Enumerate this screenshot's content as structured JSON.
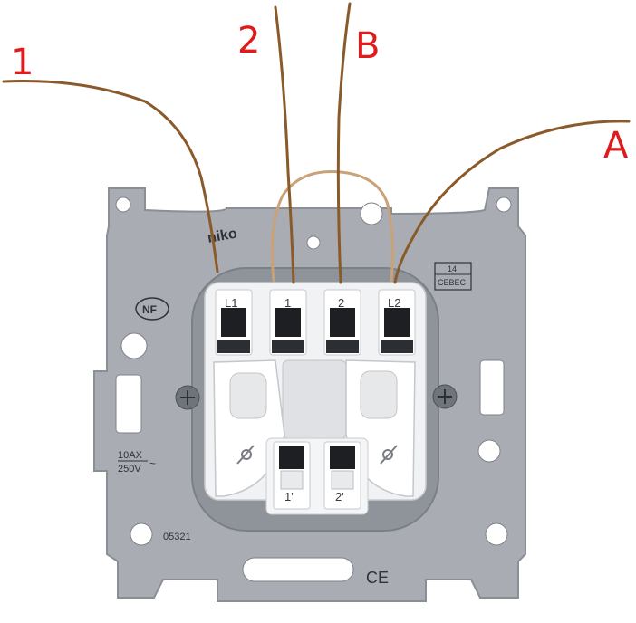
{
  "hand_labels": {
    "wire_1": "1",
    "wire_2": "2",
    "wire_b": "B",
    "wire_a": "A"
  },
  "terminals": {
    "l1": "L1",
    "t1": "1",
    "t2": "2",
    "l2": "L2",
    "t1p": "1'",
    "t2p": "2'"
  },
  "plate": {
    "rating_current": "10AX",
    "rating_voltage": "250V",
    "symbol": "~",
    "part_number": "05321",
    "cert_number": "14",
    "cert_body": "CEBEC",
    "brand": "niko",
    "nf_mark": "NF",
    "ce_mark": "CE"
  },
  "colors": {
    "wire_brown": "#8b5a2b",
    "bridge_tan": "#c9a277",
    "annotation_red": "#e11b1b",
    "metal": "#a9adb3"
  }
}
